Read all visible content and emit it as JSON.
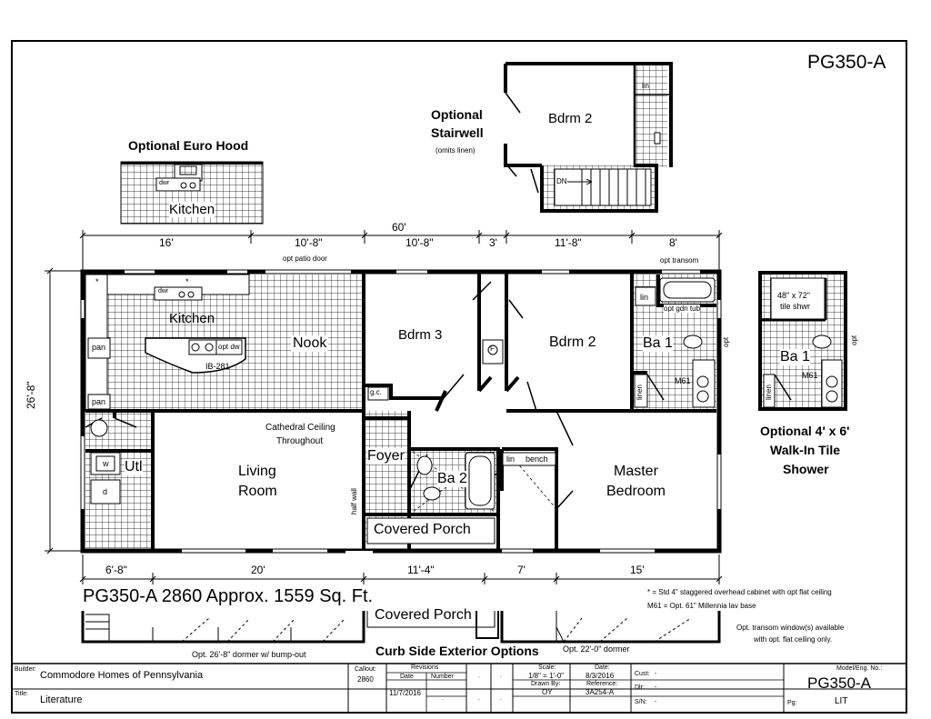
{
  "sheet": {
    "model_code": "PG350-A",
    "model_title": "PG350-A 2860  Approx. 1559 Sq. Ft."
  },
  "rooms": {
    "kitchen": "Kitchen",
    "nook": "Nook",
    "bdrm3": "Bdrm 3",
    "bdrm2": "Bdrm 2",
    "ba1": "Ba 1",
    "ba2": "Ba 2",
    "living1": "Living",
    "living2": "Room",
    "master1": "Master",
    "master2": "Bedroom",
    "foyer": "Foyer",
    "utl": "Utl",
    "porch": "Covered Porch"
  },
  "labels": {
    "cathedral1": "Cathedral Ceiling",
    "cathedral2": "Throughout",
    "ib": "IB-281",
    "pan1": "pan",
    "pan2": "pan",
    "gc": "g.c.",
    "half_wall": "half wall",
    "lin1": "lin",
    "lin2": "lin",
    "lin_bench": "lin",
    "bench": "bench",
    "linen": "linen",
    "opt_gdn_tub": "opt gdn tub",
    "opt_dw": "opt dw",
    "dwr": "dwr",
    "m61": "M61",
    "opt": "opt",
    "w": "w",
    "d": "d",
    "f": "F",
    "star": "*"
  },
  "dimensions": {
    "overall": "60'",
    "top": [
      "16'",
      "10'-8\"",
      "10'-8\"",
      "3'",
      "11'-8\"",
      "8'"
    ],
    "bottom": [
      "6'-8\"",
      "20'",
      "11'-4\"",
      "7'",
      "15'"
    ],
    "depth": "26'-8\"",
    "opt_patio_door": "opt patio door",
    "opt_transom": "opt transom"
  },
  "options": {
    "euro_hood_title": "Optional Euro Hood",
    "euro_kitchen": "Kitchen",
    "euro_dwr": "dwr",
    "stair_title1": "Optional",
    "stair_title2": "Stairwell",
    "stair_sub": "(omits linen)",
    "stair_bdrm": "Bdrm 2",
    "stair_lin": "lin",
    "stair_dn": "DN",
    "walkin_title1": "Optional 4' x 6'",
    "walkin_title2": "Walk-In Tile",
    "walkin_title3": "Shower",
    "walkin_shower1": "48\" x 72\"",
    "walkin_shower2": "tile shwr",
    "walkin_ba": "Ba 1",
    "walkin_m61": "M61",
    "walkin_linen": "linen",
    "walkin_opt": "opt"
  },
  "notes": {
    "n1": "* = Std 4\" staggered overhead cabinet with opt flat ceiling",
    "n2": "M61 = Opt. 61\" Millennia lav base",
    "n3": "Opt. transom window(s) available",
    "n4": "with opt. flat ceiling only.",
    "dormer1": "Opt. 26'-8\" dormer w/ bump-out",
    "dormer2": "Opt. 22'-0\" dormer",
    "curb_title": "Curb Side Exterior Options",
    "curb_porch": "Covered Porch"
  },
  "title_block": {
    "builder_key": "Builder:",
    "builder": "Commodore Homes of Pennsylvania",
    "title_key": "Title:",
    "title": "Literature",
    "callout_key": "Callout:",
    "callout": "2860",
    "revisions_key": "Revisions",
    "rev_date_key": "Date",
    "rev_number_key": "Number",
    "rev_date": "11/7/2016",
    "dot": ".",
    "scale_key": "Scale:",
    "scale": "1/8\" = 1'-0\"",
    "drawn_key": "Drawn By:",
    "drawn": "OY",
    "date_key": "Date:",
    "date": "8/3/2016",
    "ref_key": "Reference:",
    "ref": "3A254-A",
    "cust_key": "Cust:",
    "cust": "-",
    "dlr_key": "Dlr:",
    "dlr": "-",
    "sn_key": "S/N:",
    "sn": "-",
    "model_key": "Model/Eng. No.:",
    "model": "PG350-A",
    "pg_key": "Pg:",
    "pg": "LIT"
  }
}
